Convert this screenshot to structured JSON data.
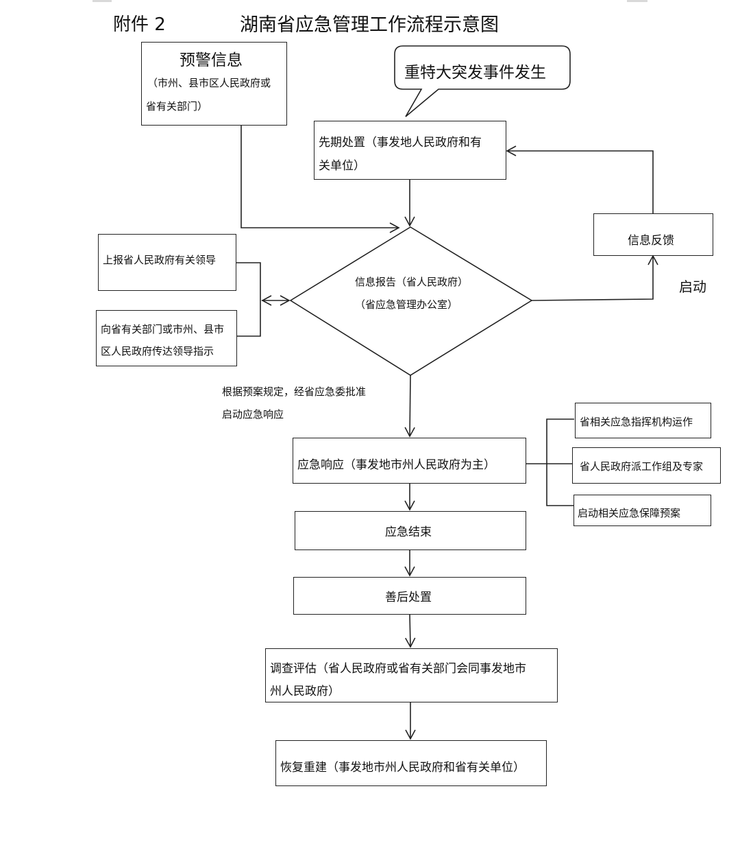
{
  "header": {
    "attachment": "附件 2",
    "title": "湖南省应急管理工作流程示意图"
  },
  "nodes": {
    "warning_title": "预警信息",
    "warning_line1": "（市州、县市区人民政府或",
    "warning_line2": "省有关部门）",
    "event_bubble": "重特大突发事件发生",
    "early_line1": "先期处置（事发地人民政府和有",
    "early_line2": "关单位）",
    "feedback": "信息反馈",
    "start": "启动",
    "report_leaders": "上报省人民政府有关领导",
    "convey_line1": "向省有关部门或市州、县市",
    "convey_line2": "区人民政府传达领导指示",
    "info_report_line1": "信息报告（省人民政府）",
    "info_report_line2": "（省应急管理办公室）",
    "plan_line1": "根据预案规定，经省应急委批准",
    "plan_line2": "启动应急响应",
    "response": "应急响应（事发地市州人民政府为主）",
    "side_1": "省相关应急指挥机构运作",
    "side_2": "省人民政府派工作组及专家",
    "side_3": "启动相关应急保障预案",
    "end": "应急结束",
    "aftermath": "善后处置",
    "investigate_line1": "调查评估（省人民政府或省有关部门会同事发地市",
    "investigate_line2": "州人民政府）",
    "rebuild": "恢复重建（事发地市州人民政府和省有关单位）"
  }
}
